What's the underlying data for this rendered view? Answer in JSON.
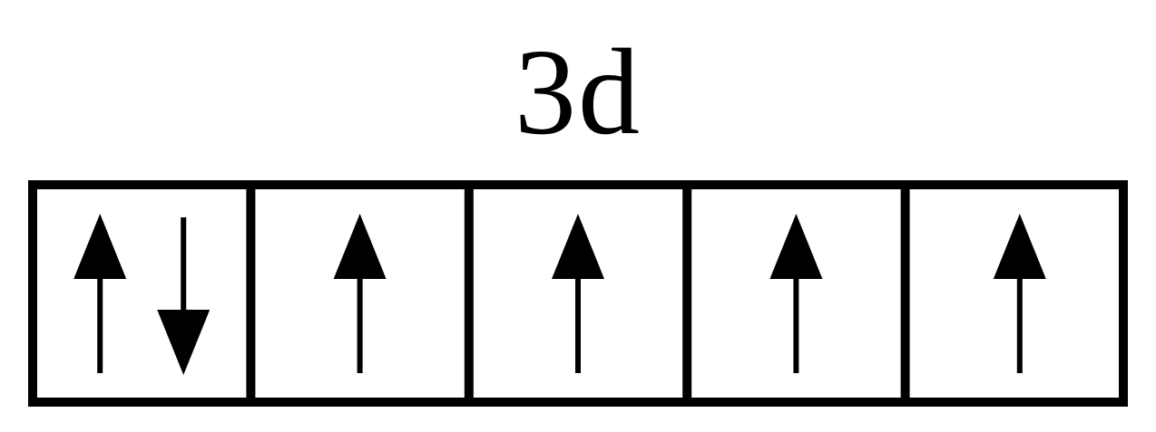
{
  "diagram": {
    "subshell_label": "3d",
    "orbitals": [
      {
        "spins": [
          "up",
          "down"
        ]
      },
      {
        "spins": [
          "up"
        ]
      },
      {
        "spins": [
          "up"
        ]
      },
      {
        "spins": [
          "up"
        ]
      },
      {
        "spins": [
          "up"
        ]
      }
    ]
  },
  "colors": {
    "ink": "#000000",
    "background": "#ffffff"
  }
}
